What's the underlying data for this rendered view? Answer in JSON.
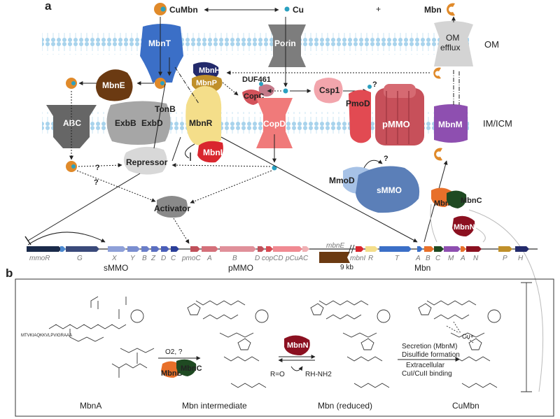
{
  "panels": {
    "a": "a",
    "b": "b"
  },
  "membranes": {
    "om": "OM",
    "im": "IM/ICM"
  },
  "top": {
    "cumbn": "CuMbn",
    "cu": "Cu",
    "plus": "+",
    "mbn": "Mbn"
  },
  "proteins": {
    "mbnt": "MbnT",
    "porin": "Porin",
    "om_efflux_1": "OM",
    "om_efflux_2": "efflux",
    "mbne": "MbnE",
    "mbnh": "MbnH",
    "mbnp": "MbnP",
    "duf461": "DUF461",
    "copc": "CopC",
    "csp1": "Csp1",
    "pmod": "PmoD",
    "pmmo": "pMMO",
    "mbnm": "MbnM",
    "abc": "ABC",
    "exbb": "ExbB",
    "exbd": "ExbD",
    "tonb": "TonB",
    "mbnr": "MbnR",
    "copd": "CopD",
    "mbni": "MbnI",
    "repressor": "Repressor",
    "activator": "Activator",
    "mmod": "MmoD",
    "smmo": "sMMO",
    "mbnb": "MbnB",
    "mbnc": "MbnC",
    "mbnn": "MbnN",
    "question": "?"
  },
  "operons": {
    "smmo": {
      "name": "sMMO",
      "genes": [
        "mmoR",
        "G",
        "X",
        "Y",
        "B",
        "Z",
        "D",
        "C"
      ]
    },
    "pmmo": {
      "name": "pMMO",
      "genes": [
        "pmoC",
        "A",
        "B",
        "D",
        "copCD",
        "pCuAC"
      ]
    },
    "mbn": {
      "name": "Mbn",
      "genes": [
        "mbnE",
        "mbnI",
        "R",
        "T",
        "A",
        "B",
        "C",
        "M",
        "A",
        "N",
        "P",
        "H"
      ],
      "gap": "9 kb"
    }
  },
  "panel_b": {
    "sequence": "MTVKIAQKKVLPVIGRAAA",
    "step1_reagent": "O2, ?",
    "step2_left": "R=O",
    "step2_right": "RH-NH2",
    "step3_line1": "Secretion (MbnM)",
    "step3_line2": "Disulfide formation",
    "step3_line3": "Extracellular",
    "step3_line4": "CuI/CuII binding",
    "cu_label": "Cu+",
    "labels": [
      "MbnA",
      "Mbn intermediate",
      "Mbn (reduced)",
      "CuMbn"
    ]
  },
  "colors": {
    "membrane": "#bfe0f2",
    "mbnt": "#3b6fc7",
    "porin": "#7d7d7d",
    "mbne": "#6b3a12",
    "mbnr": "#f4de8a",
    "copd": "#f07a7a",
    "mbni": "#d9262e",
    "pmmo": "#c7505a",
    "mbnm": "#8e4fb0",
    "smmo": "#5b7fb8",
    "mbnb": "#e8702a",
    "mbnc": "#1f4a22",
    "mbnn": "#8b1020",
    "copper": "#2aa0c0",
    "mbn_pac": "#e08a2a"
  }
}
